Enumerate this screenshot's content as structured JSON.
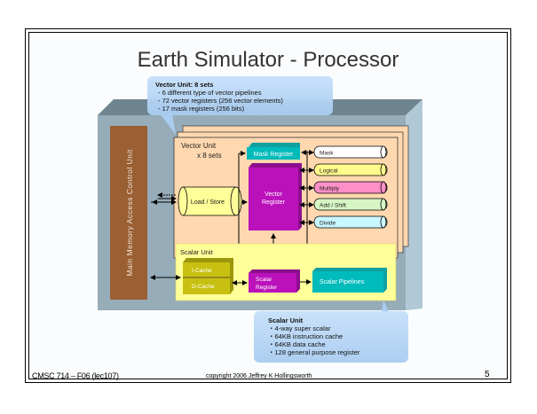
{
  "slide": {
    "title": "Earth Simulator - Processor",
    "footer_left": "CMSC 714 – F06  (lec107)",
    "footer_center": "copyright 2006 Jeffrey K Hollingsworth",
    "page_number": "5"
  },
  "diagram": {
    "main_memory_unit": "Main Memory Access Control Unit",
    "vector_callout": {
      "heading": "Vector Unit: 8 sets",
      "bullets": [
        "- 6 different type of vector pipelines",
        "- 72 vector registers (256 vector elements)",
        "- 17 mask registers (256 bits)"
      ]
    },
    "vector_unit": {
      "label": "Vector Unit",
      "sublabel": "x 8 sets",
      "load_store": "Load / Store",
      "mask_register": "Mask Register",
      "vector_register_line1": "Vector",
      "vector_register_line2": "Register",
      "pipelines": [
        {
          "label": "Mask",
          "color": "#ffffff"
        },
        {
          "label": "Logical",
          "color": "#fffa8c"
        },
        {
          "label": "Multiply",
          "color": "#ff8fc8"
        },
        {
          "label": "Add / Shift",
          "color": "#d6f5c4"
        },
        {
          "label": "Divide",
          "color": "#c8f7ff"
        }
      ]
    },
    "scalar_unit": {
      "label": "Scalar Unit",
      "icache": "I-Cache",
      "dcache": "D-Cache",
      "scalar_register_line1": "Scalar",
      "scalar_register_line2": "Register",
      "scalar_pipelines": "Scalar Pipelines"
    },
    "scalar_callout": {
      "heading": "Scalar Unit",
      "bullets": [
        "・4-way super scalar",
        "・64KB instruction cache",
        "・64KB data cache",
        "・128 general purpose register"
      ]
    },
    "colors": {
      "chassis": "#97acb9",
      "chassis_top": "#6f8491",
      "chassis_side": "#b1c9d6",
      "memory_unit": "#9a5f33",
      "vector_bg": "#ffd8b0",
      "scalar_bg": "#ffff99",
      "magenta": "#bb11bb",
      "teal": "#00bbbb",
      "olive": "#c8c010",
      "callout": "#b9d7f5"
    }
  }
}
